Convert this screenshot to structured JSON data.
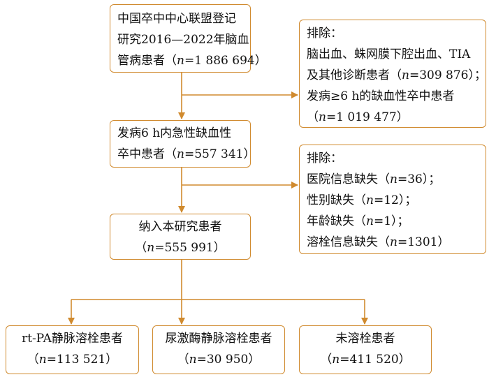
{
  "colors": {
    "line": "#d08a2e",
    "text": "#111111",
    "background": "#ffffff"
  },
  "flowchart": {
    "registry": {
      "line1": "中国卒中中心联盟登记",
      "line2": "研究2016—2022年脑血",
      "line3_pre": "管病患者（",
      "n_symbol": "n",
      "line3_val": "=1 886 694）"
    },
    "exclude_1": {
      "title": "排除：",
      "line1": "脑出血、蛛网膜下腔出血、TIA",
      "line2_pre": "及其他诊断患者（",
      "n_symbol": "n",
      "line2_val": "=309 876）；",
      "line3": "发病≥6 h的缺血性卒中患者",
      "line4_pre": "（",
      "line4_val": "=1 019 477）"
    },
    "onset": {
      "line1": "发病6 h内急性缺血性",
      "line2_pre": "卒中患者（",
      "n_symbol": "n",
      "line2_val": "=557 341）"
    },
    "exclude_2": {
      "title": "排除：",
      "n_symbol": "n",
      "items": [
        {
          "pre": "医院信息缺失（",
          "val": "=36）；"
        },
        {
          "pre": "性别缺失（",
          "val": "=12）；"
        },
        {
          "pre": "年龄缺失（",
          "val": "=1）；"
        },
        {
          "pre": "溶栓信息缺失（",
          "val": "=1301）"
        }
      ]
    },
    "included": {
      "line1": "纳入本研究患者",
      "line2_pre": "（",
      "n_symbol": "n",
      "line2_val": "=555 991）"
    },
    "groups": [
      {
        "label": "rt-PA静脉溶栓患者",
        "pre": "（",
        "val": "=113 521）"
      },
      {
        "label": "尿激酶静脉溶栓患者",
        "pre": "（",
        "val": "=30 950）"
      },
      {
        "label": "未溶栓患者",
        "pre": "（",
        "val": "=411 520）"
      }
    ],
    "group_n_symbol": "n"
  }
}
